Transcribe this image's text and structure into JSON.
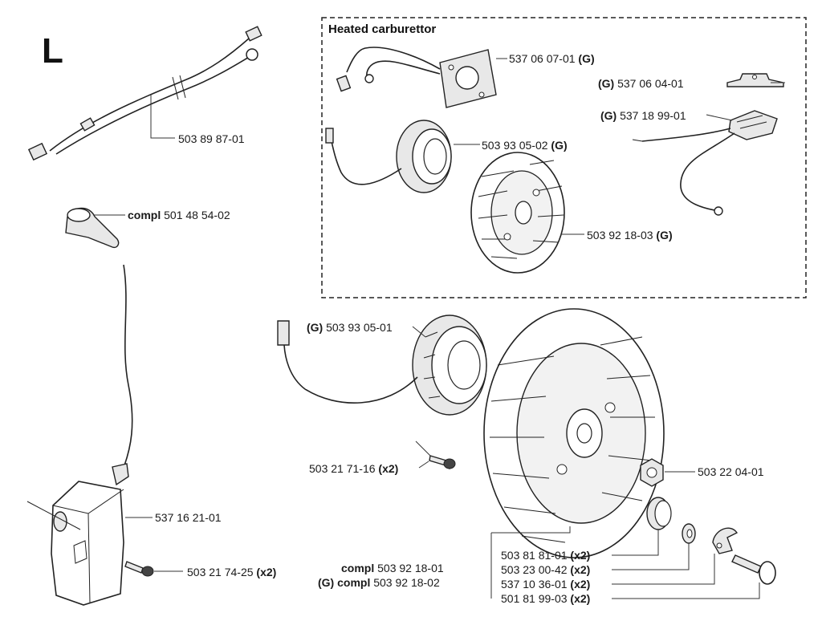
{
  "section_letter": "L",
  "inset": {
    "title": "Heated carburettor"
  },
  "labels": {
    "p537060701": {
      "pre": "",
      "num": "537 06 07-01 ",
      "suf": "(G)"
    },
    "p537060401": {
      "pre": "(G) ",
      "num": "537 06 04-01",
      "suf": ""
    },
    "p537189901": {
      "pre": "(G) ",
      "num": "537 18 99-01",
      "suf": ""
    },
    "p503930502": {
      "pre": "",
      "num": "503 93 05-02 ",
      "suf": "(G)"
    },
    "p503921803": {
      "pre": "",
      "num": "503 92 18-03 ",
      "suf": "(G)"
    },
    "p503898701": {
      "pre": "",
      "num": "503 89 87-01",
      "suf": ""
    },
    "p501485402": {
      "pre": "compl ",
      "num": "501 48 54-02",
      "suf": ""
    },
    "p503930501": {
      "pre": "(G) ",
      "num": "503 93 05-01",
      "suf": ""
    },
    "p503217116": {
      "pre": "",
      "num": "503 21 71-16 ",
      "suf": "(x2)"
    },
    "p503220401": {
      "pre": "",
      "num": "503 22 04-01",
      "suf": ""
    },
    "p537162101": {
      "pre": "",
      "num": "537 16 21-01",
      "suf": ""
    },
    "p503217425": {
      "pre": "",
      "num": "503 21 74-25 ",
      "suf": "(x2)"
    },
    "p503921801": {
      "pre": "compl ",
      "num": "503 92 18-01",
      "suf": ""
    },
    "p503921802": {
      "pre": "(G) compl ",
      "num": "503 92 18-02",
      "suf": ""
    },
    "p503818101": {
      "pre": "",
      "num": "503 81 81-01 ",
      "suf": "(x2)"
    },
    "p503230042": {
      "pre": "",
      "num": "503 23 00-42 ",
      "suf": "(x2)"
    },
    "p537103601": {
      "pre": "",
      "num": "537 10 36-01 ",
      "suf": "(x2)"
    },
    "p501819903": {
      "pre": "",
      "num": "501 81 99-03 ",
      "suf": "(x2)"
    }
  }
}
